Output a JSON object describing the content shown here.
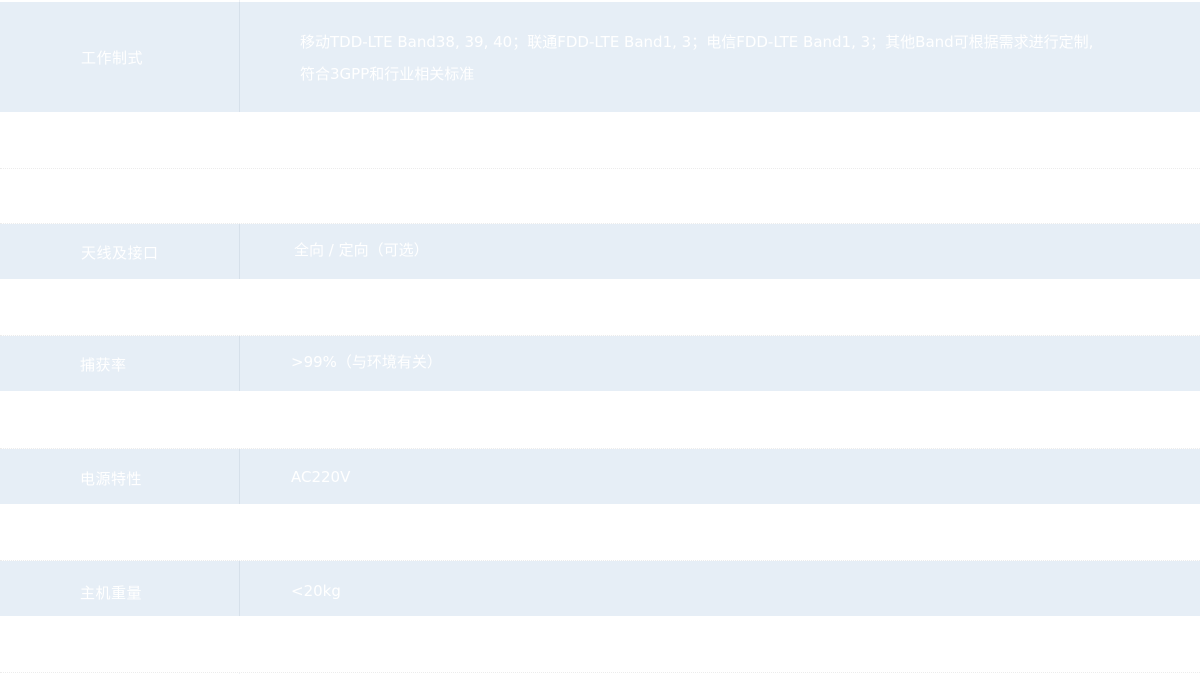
{
  "spec_rows": [
    {
      "label": "工作制式",
      "value_line1": "移动TDD-LTE Band38, 39, 40；联通FDD-LTE Band1, 3；电信FDD-LTE Band1, 3；其他Band可根据需求进行定制,",
      "value_line2": "符合3GPP和行业相关标准"
    },
    {
      "label": "天线及接口",
      "value": "全向 / 定向（可选）"
    },
    {
      "label": "捕获率",
      "value": ">99%（与环境有关）"
    },
    {
      "label": "电源特性",
      "value": "AC220V"
    },
    {
      "label": "主机重量",
      "value": "<20kg"
    }
  ]
}
